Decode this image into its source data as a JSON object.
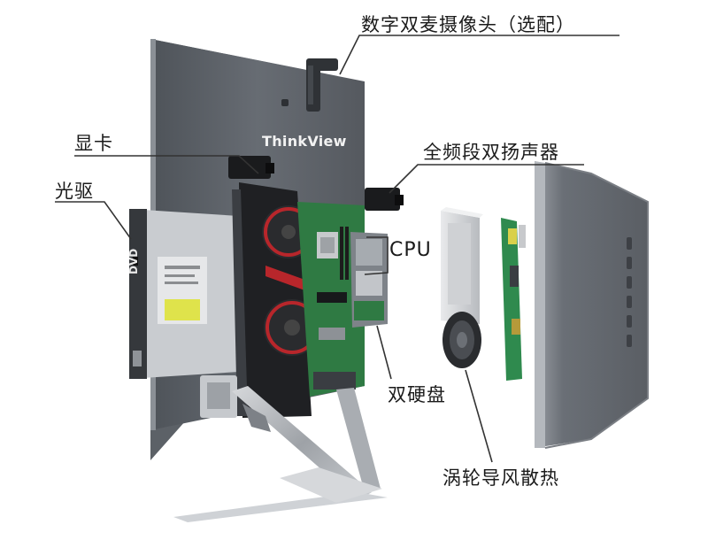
{
  "labels": {
    "camera": "数字双麦摄像头（选配）",
    "gpu": "显卡",
    "optical_drive": "光驱",
    "speakers": "全频段双扬声器",
    "cpu": "CPU",
    "dual_hdd": "双硬盘",
    "turbo_cooling": "涡轮导风散热"
  },
  "brand": "ThinkView",
  "dvd_logo": "DVD",
  "colors": {
    "chassis": "#5d6269",
    "chassis_dark": "#3e4247",
    "board_green": "#2f7a43",
    "gpu_black": "#1e1f22",
    "gpu_red": "#b8262b",
    "stand_silver": "#b9bcc0"
  }
}
